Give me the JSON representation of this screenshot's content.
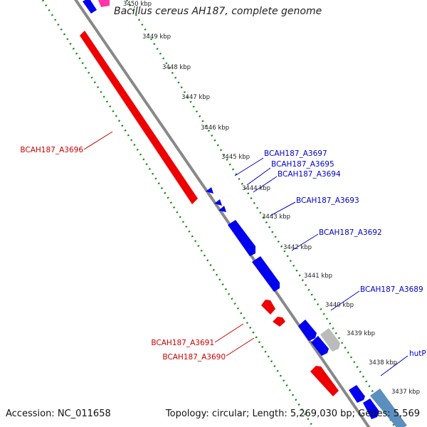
{
  "title": "Bacillus cereus AH187, complete genome",
  "footer": {
    "accession": "Accession: NC_011658",
    "summary": "Topology: circular; Length: 5,269,030 bp; Genes: 5,569"
  },
  "colors": {
    "forward_gene": "#0000ee",
    "reverse_gene": "#ee0000",
    "pseudo_gene": "#bbbbbb",
    "rna_gene": "#5b8fbf",
    "backbone": "#888888",
    "scale_dots": "#118811",
    "label_blue": "#0000cc",
    "label_red": "#cc0000",
    "background": "#ffffff"
  },
  "scale_ticks": [
    "3450 kbp",
    "3449 kbp",
    "3448 kbp",
    "3447 kbp",
    "3446 kbp",
    "3445 kbp",
    "3444 kbp",
    "3443 kbp",
    "3442 kbp",
    "3441 kbp",
    "3440 kbp",
    "3439 kbp",
    "3438 kbp",
    "3437 kbp"
  ],
  "gene_labels": {
    "forward": [
      "BCAH187_A3697",
      "BCAH187_A3695",
      "BCAH187_A3694",
      "BCAH187_A3693",
      "BCAH187_A3692",
      "BCAH187_A3689",
      "hutP"
    ],
    "reverse": [
      "BCAH187_A3696",
      "BCAH187_A3691",
      "BCAH187_A3690"
    ]
  }
}
